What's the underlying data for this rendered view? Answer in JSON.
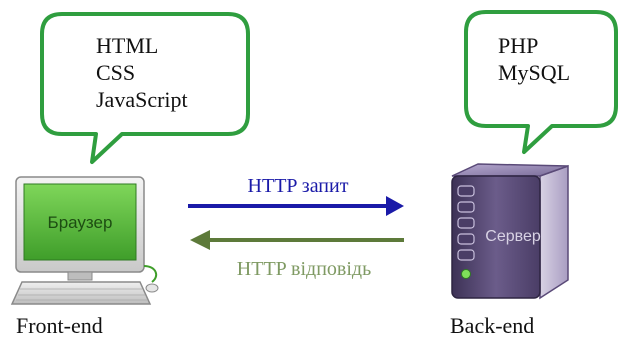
{
  "frontend": {
    "technologies": [
      "HTML",
      "CSS",
      "JavaScript"
    ],
    "screen_label": "Браузер",
    "caption": "Front-end",
    "icon": "desktop-computer-icon"
  },
  "backend": {
    "technologies": [
      "PHP",
      "MySQL"
    ],
    "server_label": "Сервер",
    "caption": "Back-end",
    "icon": "server-tower-icon"
  },
  "arrows": {
    "request": {
      "label": "HTTP запит",
      "color": "#1a1aa8"
    },
    "response": {
      "label": "HTTP відповідь",
      "color": "#5d7a3a",
      "label_color": "#7f9a63"
    }
  },
  "colors": {
    "bubble_stroke": "#2f9e3f",
    "screen_fill": "#5fbf3f",
    "server_body": "#5a4a78"
  }
}
